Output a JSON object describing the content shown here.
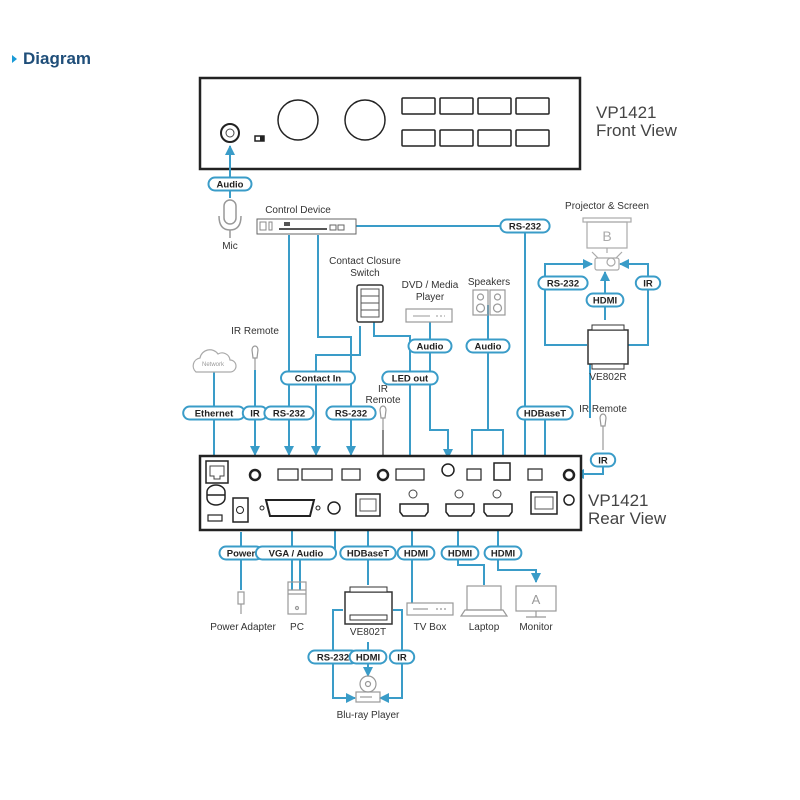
{
  "section": {
    "title": "Diagram"
  },
  "front": {
    "line1": "VP1421",
    "line2": "Front View"
  },
  "rear": {
    "line1": "VP1421",
    "line2": "Rear View"
  },
  "colors": {
    "accent": "#3a9cc8",
    "heading": "#1f4e79",
    "device": "#999999"
  },
  "devices": {
    "mic": "Mic",
    "control_device": "Control Device",
    "contact_closure_1": "Contact Closure",
    "contact_closure_2": "Switch",
    "dvd_1": "DVD / Media",
    "dvd_2": "Player",
    "speakers": "Speakers",
    "projector": "Projector & Screen",
    "screen_letter": "B",
    "ve802r": "VE802R",
    "ir_remote_left": "IR Remote",
    "ir_remote_mid_1": "IR",
    "ir_remote_mid_2": "Remote",
    "ir_remote_right": "IR Remote",
    "network": "Network",
    "power_adapter": "Power Adapter",
    "pc": "PC",
    "ve802t": "VE802T",
    "tv_box": "TV Box",
    "laptop": "Laptop",
    "monitor": "Monitor",
    "monitor_letter": "A",
    "bluray": "Blu-ray Player"
  },
  "tags": {
    "audio_front": "Audio",
    "rs232_top": "RS-232",
    "rs232_proj": "RS-232",
    "hdmi_proj": "HDMI",
    "ir_proj": "IR",
    "audio_dvd": "Audio",
    "audio_spk": "Audio",
    "contact_in": "Contact In",
    "led_out": "LED out",
    "ethernet": "Ethernet",
    "ir_left": "IR",
    "rs232_left": "RS-232",
    "rs232_mid": "RS-232",
    "hdbaset_right": "HDBaseT",
    "ir_right": "IR",
    "power": "Power",
    "vga_audio": "VGA / Audio",
    "hdbaset_bottom": "HDBaseT",
    "hdmi_1": "HDMI",
    "hdmi_2": "HDMI",
    "hdmi_3": "HDMI",
    "rs232_br": "RS-232",
    "hdmi_br": "HDMI",
    "ir_br": "IR"
  }
}
